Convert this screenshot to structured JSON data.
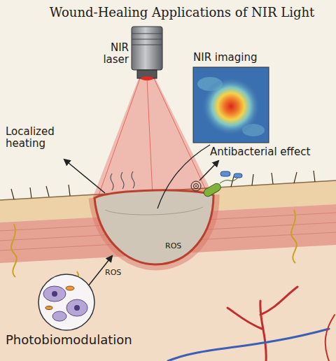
{
  "diagram": {
    "title": "Wound-Healing Applications of NIR Light",
    "labels": [
      "NIR laser",
      "NIR imaging",
      "Localized heating",
      "Antibacterial effect",
      "ROS",
      "ROS",
      "Photobiomodulation"
    ]
  }
}
